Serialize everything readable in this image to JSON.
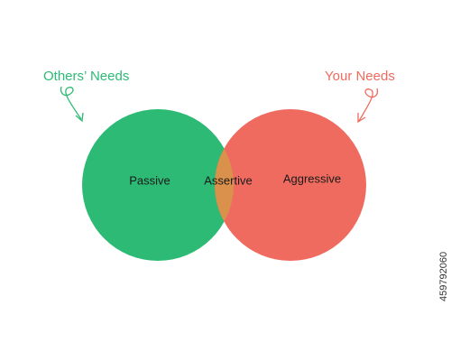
{
  "diagram": {
    "left_annotation": "Others’ Needs",
    "right_annotation": "Your Needs",
    "left_region": "Passive",
    "overlap_region": "Assertive",
    "right_region": "Aggressive"
  },
  "colors": {
    "left_circle": "#2dba74",
    "right_circle": "#ef6b5f",
    "overlap": "#d9914b",
    "left_annotation": "#2dba74",
    "right_annotation": "#ef6b5f"
  },
  "icons": {
    "left_arrow": "curly-arrow-icon",
    "right_arrow": "curly-arrow-icon"
  },
  "watermark": {
    "stock_id": "459792060"
  }
}
